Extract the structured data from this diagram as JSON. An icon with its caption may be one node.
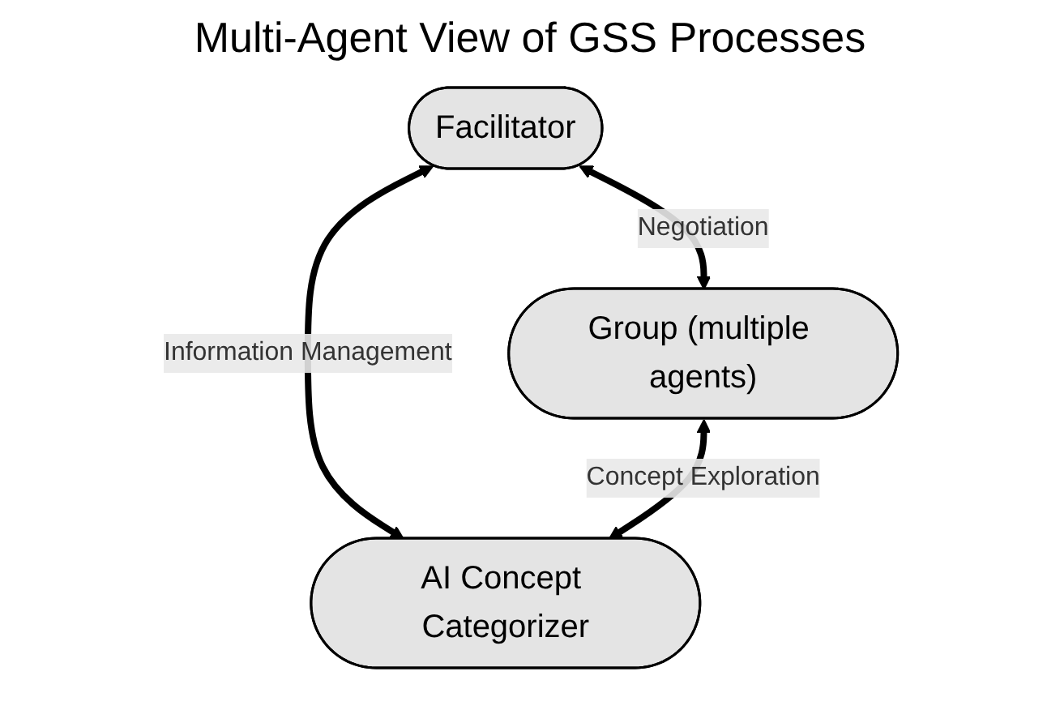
{
  "diagram": {
    "title": "Multi-Agent View of GSS Processes",
    "nodes": [
      {
        "text": [
          "Facilitator"
        ]
      },
      {
        "text": [
          "Group (multiple agents)"
        ]
      },
      {
        "text": [
          "AI Concept Categorizer"
        ]
      }
    ],
    "edges": [
      {
        "from": 0,
        "to": 1,
        "arrow": "both",
        "label": "Negotiation"
      },
      {
        "from": 0,
        "to": 2,
        "arrow": "both",
        "label": "Information Management"
      },
      {
        "from": 1,
        "to": 2,
        "arrow": "both",
        "label": "Concept Exploration"
      }
    ]
  }
}
